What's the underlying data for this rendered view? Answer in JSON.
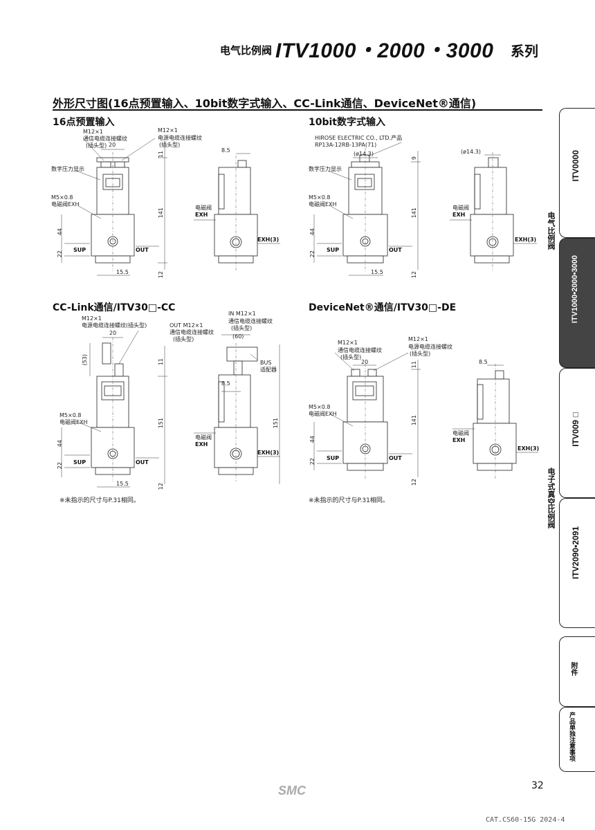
{
  "header": {
    "prefix": "电气比例阀",
    "model": "ITV1000・2000・3000",
    "series": "系列"
  },
  "section": {
    "title": "外形尺寸图(16点预置输入、10bit数字式输入、CC-Link通信、DeviceNet®通信)"
  },
  "panels": {
    "p16": {
      "title": "16点预置输入",
      "m12_comm": "M12×1",
      "m12_comm_desc1": "通信电缆连接螺纹",
      "m12_comm_desc2": "(插头型)",
      "m12_power": "M12×1",
      "m12_power_desc1": "电源电缆连接螺纹",
      "m12_power_desc2": "(插头型)",
      "dim_20": "20",
      "dim_11": "11",
      "dim_141": "141",
      "dim_44": "44",
      "dim_22": "22",
      "dim_12": "12",
      "dim_155": "15.5",
      "dim_85": "8.5",
      "pressure_display": "数字压力显示",
      "m5": "M5×0.8",
      "solenoid_exh": "电磁阀EXH",
      "sup": "SUP",
      "out": "OUT",
      "side_solenoid": "电磁阀",
      "side_exh": "EXH",
      "exh3": "EXH(3)"
    },
    "p10": {
      "title": "10bit数字式输入",
      "hirose1": "HIROSE ELECTRIC CO., LTD.产品",
      "hirose2": "RP13A-12RB-13PA(71)",
      "phi143a": "(ø14.3)",
      "phi143b": "(ø14.3)",
      "dim_9": "9",
      "dim_141": "141",
      "dim_44": "44",
      "dim_22": "22",
      "dim_12": "12",
      "dim_155": "15.5",
      "pressure_display": "数字压力显示",
      "m5": "M5×0.8",
      "solenoid_exh": "电磁阀EXH",
      "sup": "SUP",
      "out": "OUT",
      "side_solenoid": "电磁阀",
      "side_exh": "EXH",
      "exh3": "EXH(3)"
    },
    "pcc": {
      "title": "CC-Link通信/ITV30□-CC",
      "m12": "M12×1",
      "m12_desc": "电源电缆连接螺纹(插头型)",
      "out_m12": "OUT M12×1",
      "out_desc1": "通信电缆连接螺纹",
      "out_desc2": "(插头型)",
      "in_m12": "IN M12×1",
      "in_desc1": "通信电缆连接螺纹",
      "in_desc2": "(插头型)",
      "dim_60": "(60)",
      "bus1": "BUS",
      "bus2": "适配器",
      "dim_20": "20",
      "dim_53": "(53)",
      "dim_11": "11",
      "dim_151a": "151",
      "dim_151b": "151",
      "dim_44": "44",
      "dim_22": "22",
      "dim_12": "12",
      "dim_155": "15.5",
      "dim_85": "8.5",
      "m5": "M5×0.8",
      "solenoid_exh": "电磁阀EXH",
      "sup": "SUP",
      "out": "OUT",
      "side_solenoid": "电磁阀",
      "side_exh": "EXH",
      "exh3": "EXH(3)",
      "note": "※未指示的尺寸与P.31相同。"
    },
    "pdn": {
      "title": "DeviceNet®通信/ITV30□-DE",
      "m12_comm": "M12×1",
      "m12_comm_desc1": "通信电缆连接螺纹",
      "m12_comm_desc2": "(插头型)",
      "m12_power": "M12×1",
      "m12_power_desc1": "电源电缆连接螺纹",
      "m12_power_desc2": "(插头型)",
      "dim_20": "20",
      "dim_11": "11",
      "dim_141": "141",
      "dim_44": "44",
      "dim_22": "22",
      "dim_12": "12",
      "dim_85": "8.5",
      "m5": "M5×0.8",
      "solenoid_exh": "电磁阀EXH",
      "sup": "SUP",
      "out": "OUT",
      "side_solenoid": "电磁阀",
      "side_exh": "EXH",
      "exh3": "EXH(3)",
      "note": "※未指示的尺寸与P.31相同。"
    }
  },
  "sidebar": {
    "tabs": [
      "ITV0000",
      "ITV1000•2000•3000",
      "ITV009□",
      "ITV2090•2091",
      "附件",
      "产品单独注意事项"
    ],
    "category1": "电气比例阀",
    "category2": "电子式真空比例阀"
  },
  "footer": {
    "logo": "SMC",
    "page_number": "32",
    "catalog": "CAT.CS60-15G 2024-4"
  }
}
